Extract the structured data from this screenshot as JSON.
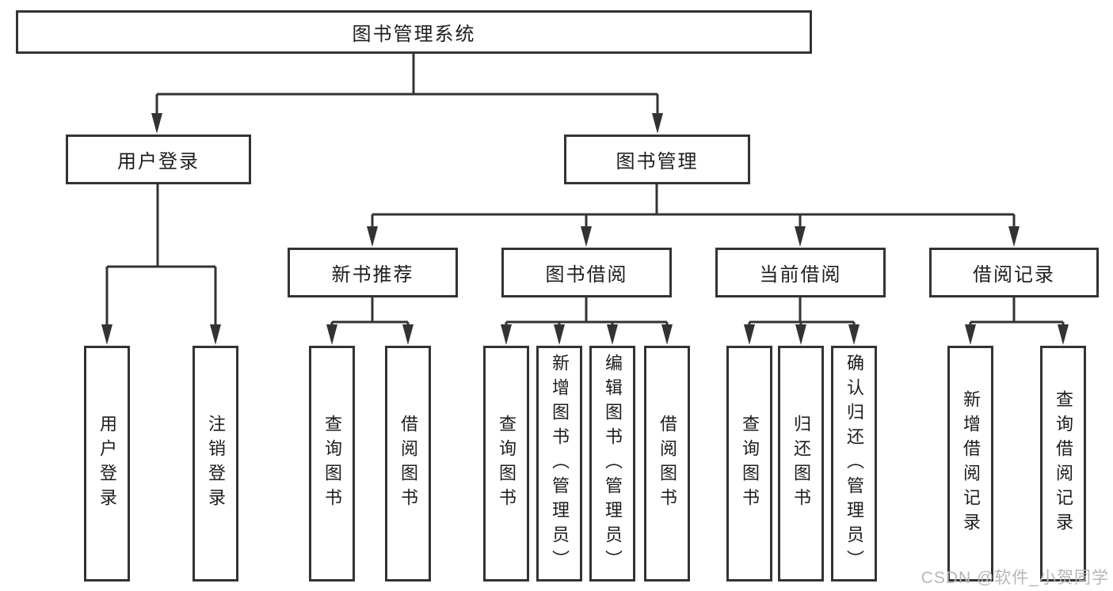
{
  "colors": {
    "line": "#333333",
    "text": "#1d1d1d",
    "watermark": "#b6b6b6",
    "background": "#ffffff"
  },
  "watermark": {
    "text": "CSDN @软件_小贺同学"
  },
  "tree": {
    "root": "图书管理系统",
    "branches": [
      {
        "label": "用户登录",
        "leaves": [
          "用户登录",
          "注销登录"
        ]
      },
      {
        "label": "图书管理",
        "groups": [
          {
            "label": "新书推荐",
            "leaves": [
              "查询图书",
              "借阅图书"
            ]
          },
          {
            "label": "图书借阅",
            "leaves": [
              "查询图书",
              "新增图书（管理员）",
              "编辑图书（管理员）",
              "借阅图书"
            ]
          },
          {
            "label": "当前借阅",
            "leaves": [
              "查询图书",
              "归还图书",
              "确认归还（管理员）"
            ]
          },
          {
            "label": "借阅记录",
            "leaves": [
              "新增借阅记录",
              "查询借阅记录"
            ]
          }
        ]
      }
    ]
  }
}
